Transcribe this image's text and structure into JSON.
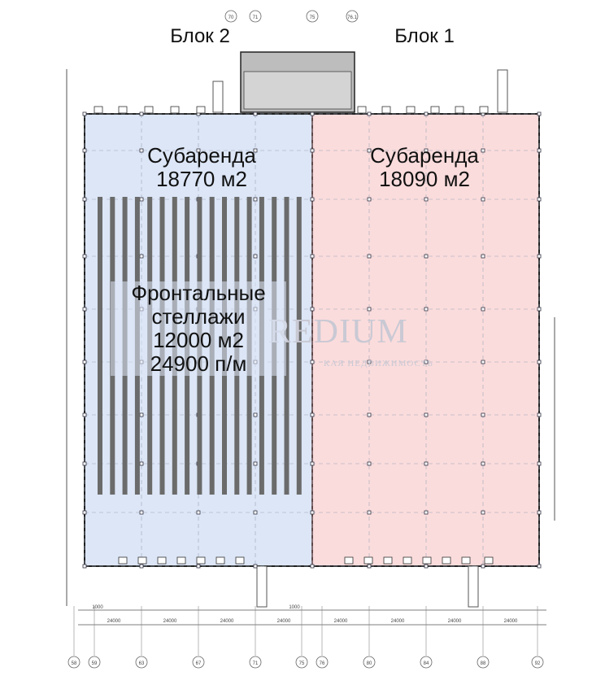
{
  "blocks": {
    "block2": "Блок 2",
    "block1": "Блок 1"
  },
  "zones": {
    "left": {
      "title": "Субаренда",
      "area": "18770 м2"
    },
    "right": {
      "title": "Субаренда",
      "area": "18090 м2"
    },
    "racks": {
      "line1": "Фронтальные",
      "line2": "стеллажи",
      "line3": "12000 м2",
      "line4": "24900 п/м"
    }
  },
  "watermark": {
    "brand": "REDIUM",
    "sub": "КАЯ НЕДВИЖИМОСТЬ"
  },
  "top_axes": [
    "70",
    "71",
    "75",
    "76.1"
  ],
  "bottom_axes": [
    "58",
    "59",
    "63",
    "67",
    "71",
    "75",
    "76",
    "80",
    "84",
    "88",
    "92"
  ],
  "dimensions": {
    "small_left": "1000",
    "small_mid": "1000",
    "spans": [
      "24000",
      "24000",
      "24000",
      "24000",
      "24000",
      "24000",
      "24000",
      "24000"
    ]
  },
  "colors": {
    "left_fill": "#dce6f6",
    "right_fill": "#fbdcdc",
    "right_border": "#e03c3c",
    "racks": "#6b6b6b",
    "lines": "#333333"
  }
}
